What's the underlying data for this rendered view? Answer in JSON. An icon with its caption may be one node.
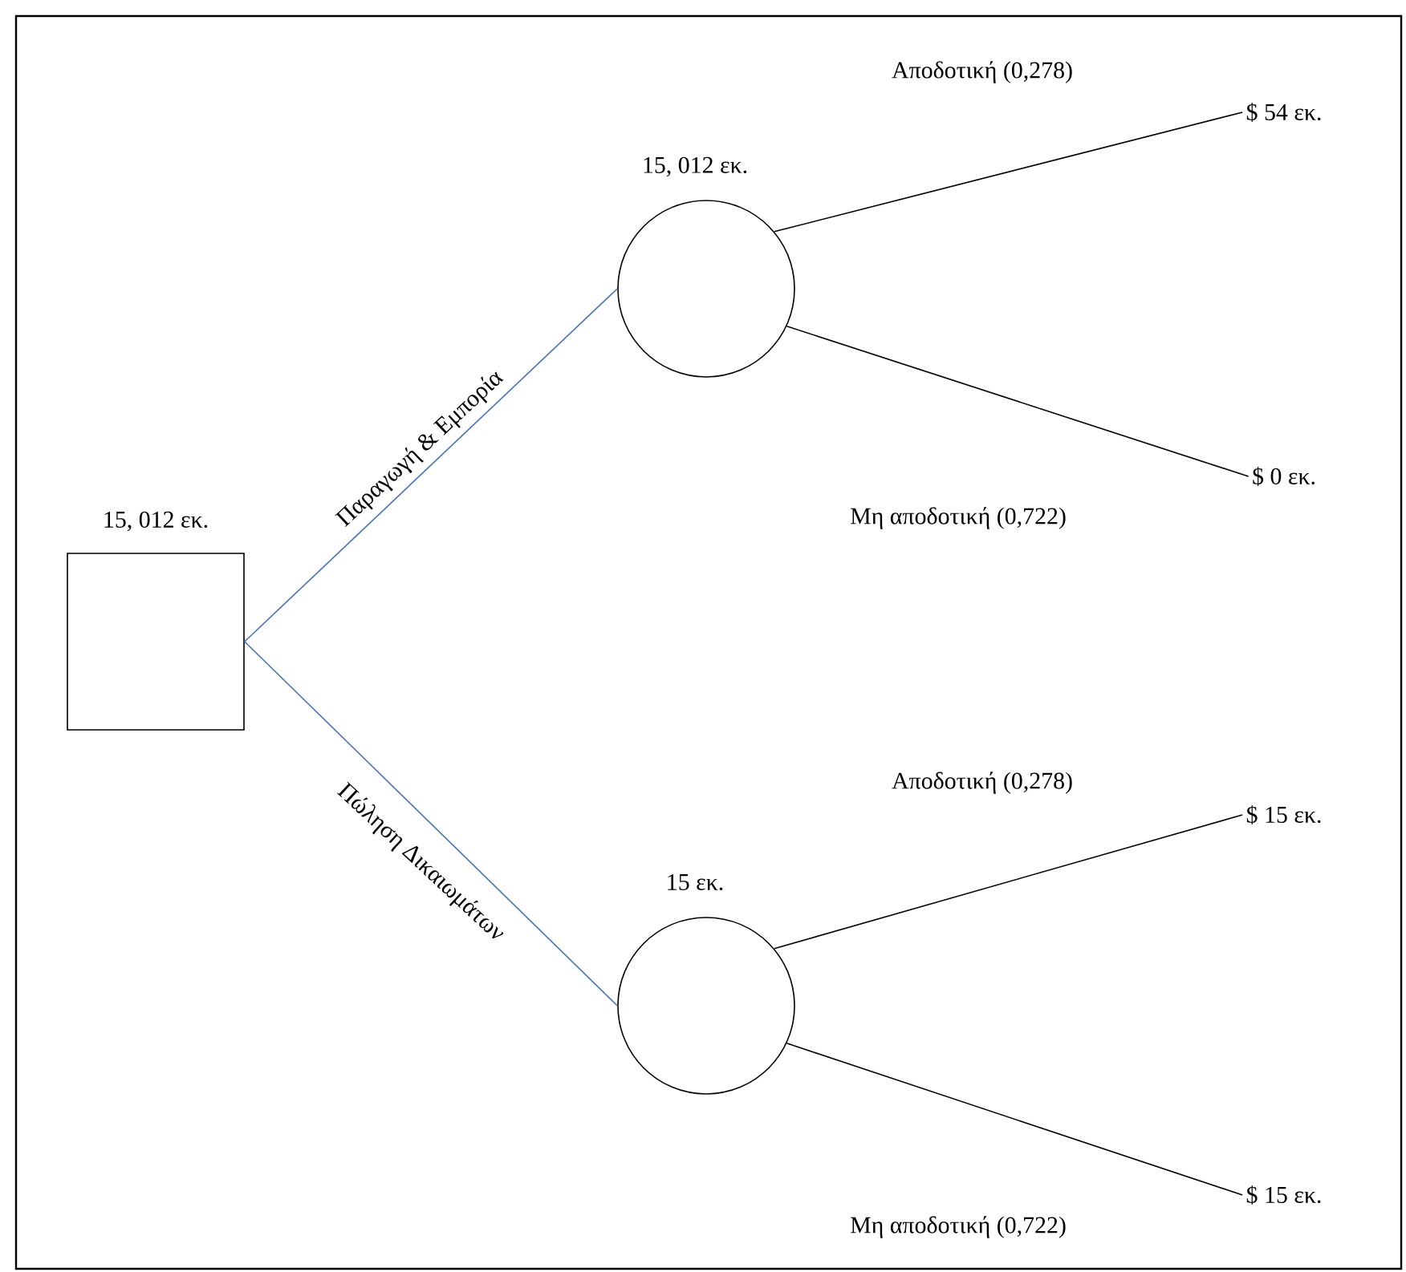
{
  "diagram": {
    "nodes": [
      {
        "text": [],
        "shape": "box",
        "beside": [
          "15, 012 εκ."
        ]
      },
      {
        "text": [],
        "shape": "circle",
        "beside": [
          "15, 012 εκ."
        ]
      },
      {
        "text": [],
        "shape": "circle",
        "beside": [
          "15 εκ."
        ]
      },
      {
        "text": [
          "$ 54 εκ."
        ]
      },
      {
        "text": [
          "$ 0 εκ."
        ]
      },
      {
        "text": [
          "$ 15 εκ."
        ]
      },
      {
        "text": [
          "$ 15 εκ."
        ]
      }
    ],
    "edges": [
      {
        "from": 0,
        "to": 1,
        "arrow": "none",
        "label": "Παραγωγή & Εμπορία",
        "color": "#4472c4"
      },
      {
        "from": 0,
        "to": 2,
        "arrow": "none",
        "label": "Πώληση Δικαιωμάτων",
        "color": "#4472c4"
      },
      {
        "from": 1,
        "to": 3,
        "arrow": "none",
        "label": "Αποδοτική (0,278)"
      },
      {
        "from": 1,
        "to": 4,
        "arrow": "none",
        "label": "Μη αποδοτική (0,722)"
      },
      {
        "from": 2,
        "to": 5,
        "arrow": "none",
        "label": "Αποδοτική (0,278)"
      },
      {
        "from": 2,
        "to": 6,
        "arrow": "none",
        "label": "Μη αποδοτική (0,722)"
      }
    ]
  }
}
